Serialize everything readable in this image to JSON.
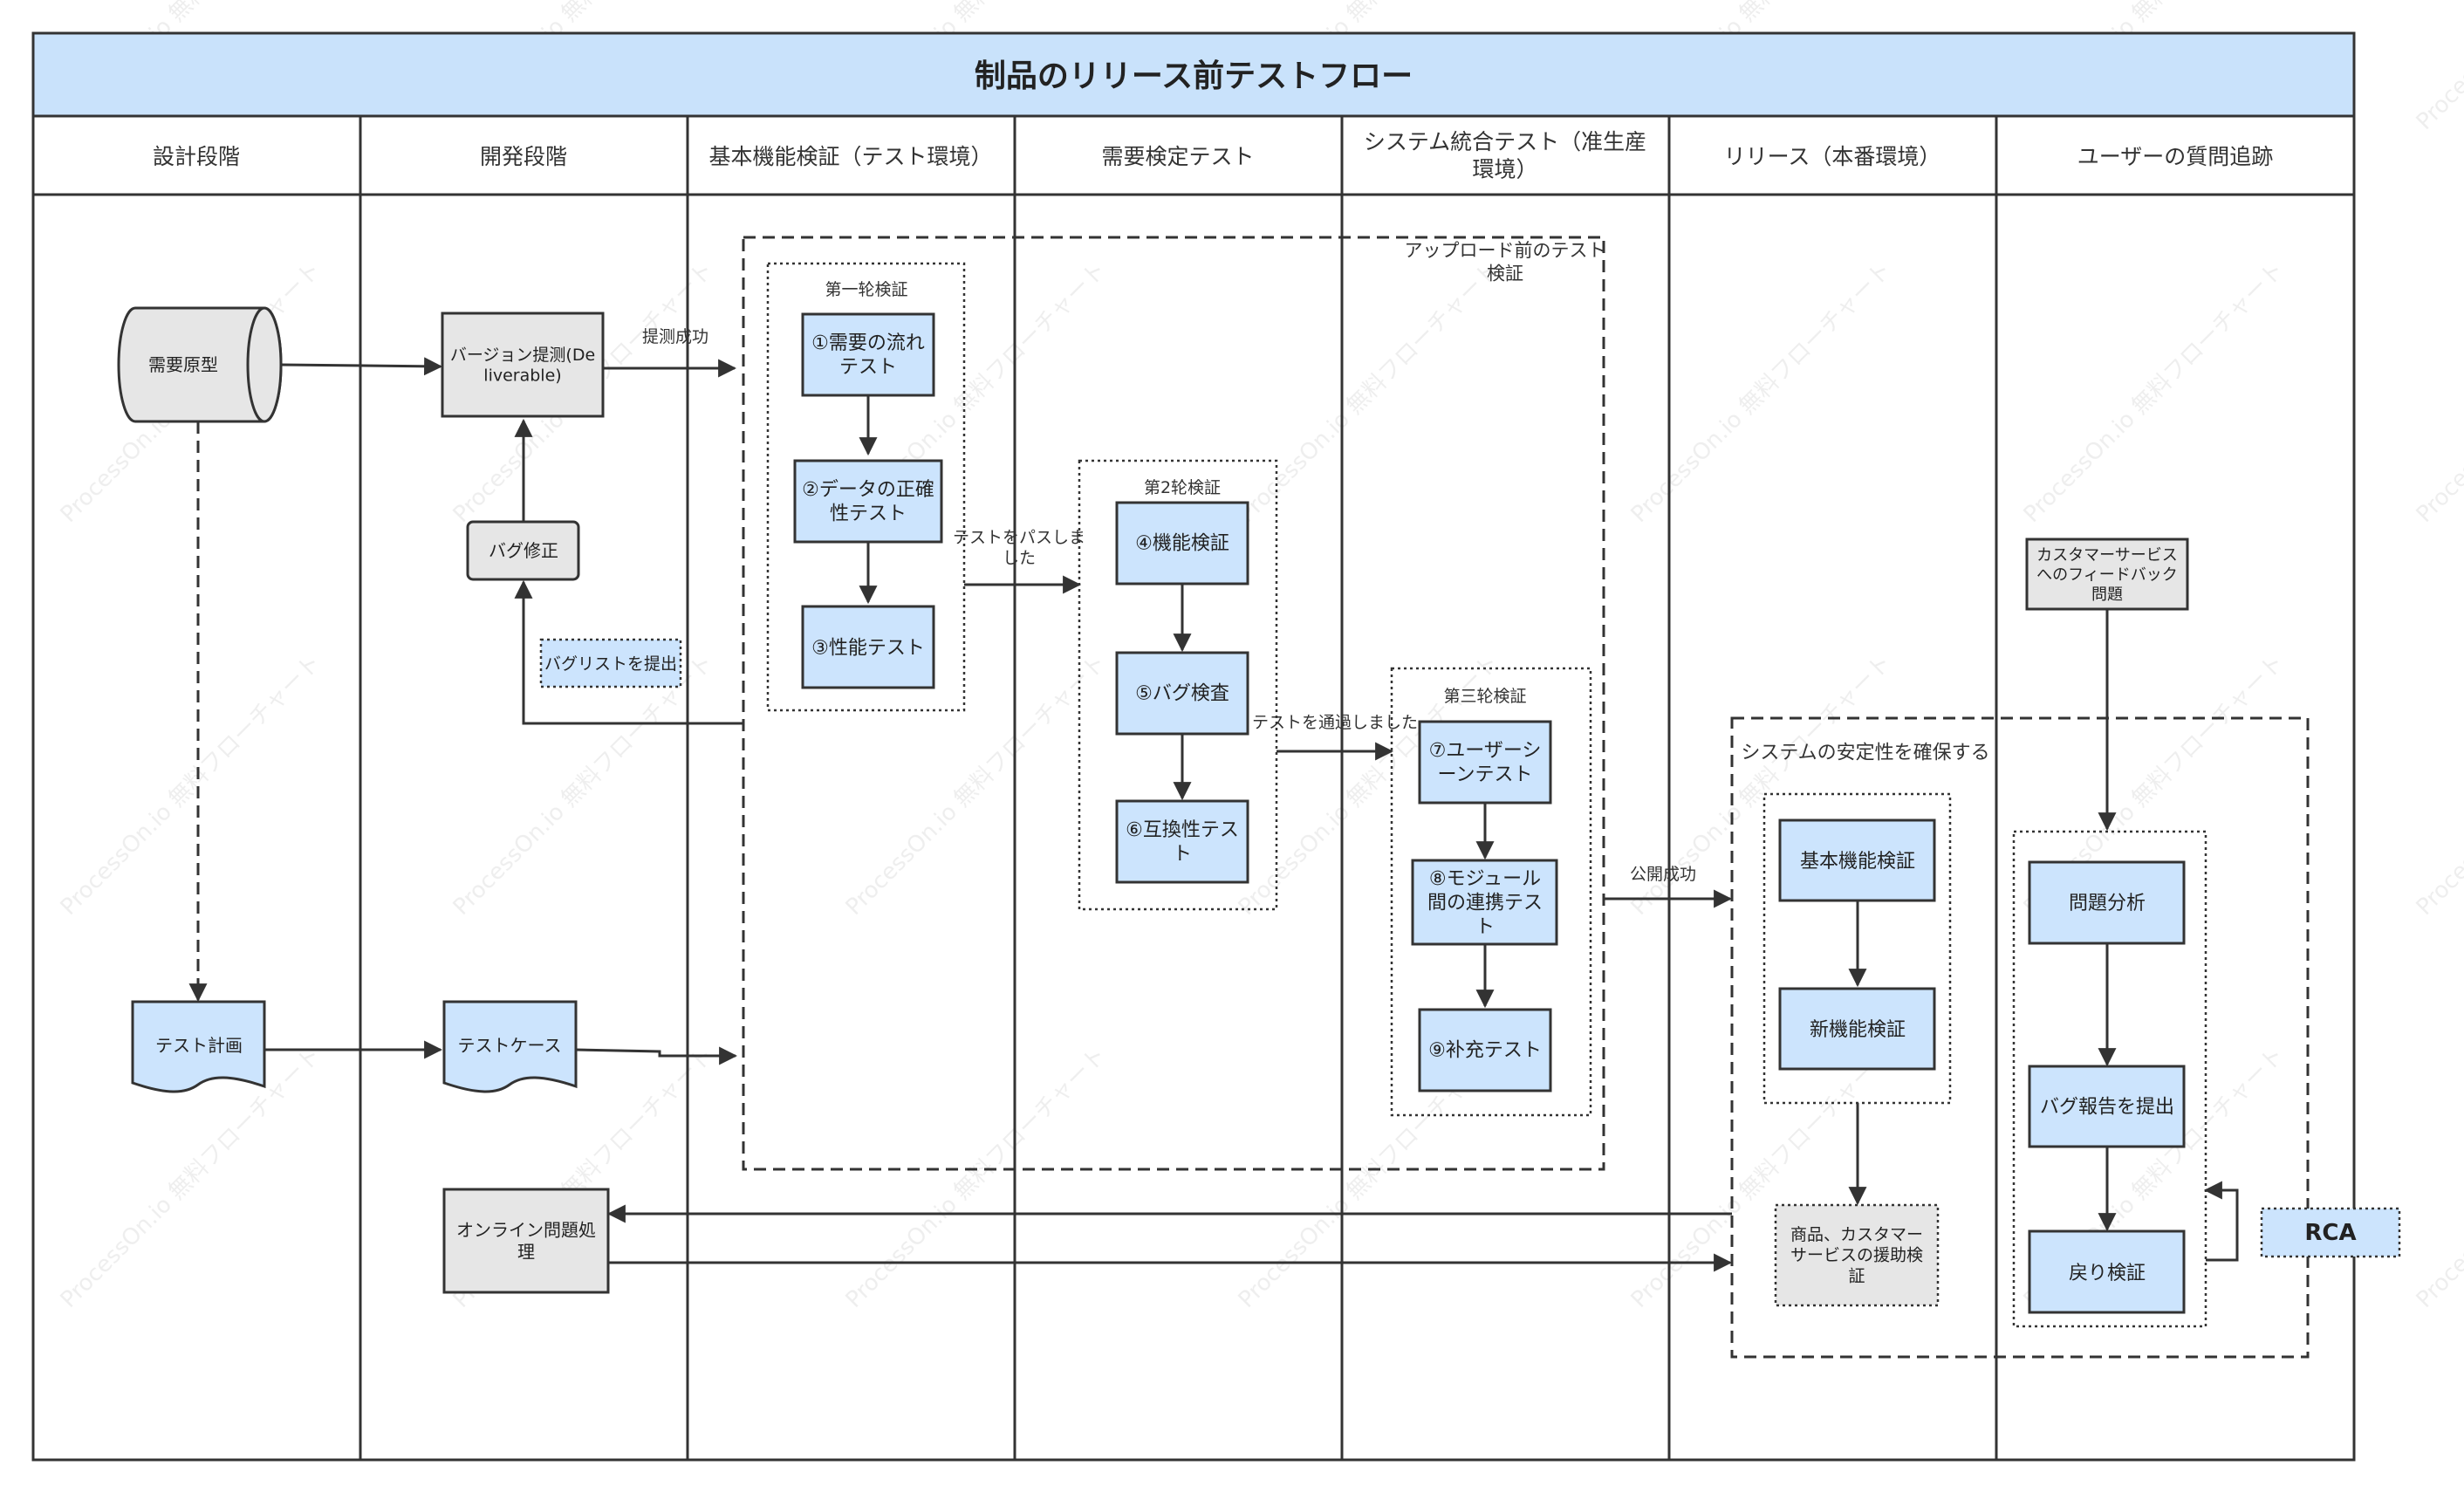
{
  "title": "制品のリリース前テストフロー",
  "colors": {
    "header_bg": "#c9e2fb",
    "box_blue": "#cce4fd",
    "box_gray": "#e6e6e6",
    "stroke": "#333333"
  },
  "lanes": [
    "設計段階",
    "開発段階",
    "基本機能検証（テスト環境）",
    "需要検定テスト",
    "システム統合テスト（准生産環境）",
    "リリース（本番環境）",
    "ユーザーの質問追跡"
  ],
  "groups": {
    "pre_upload": "アップロード前のテスト検証",
    "round1": "第一轮検証",
    "round2": "第2轮検証",
    "round3": "第三轮検証",
    "stability": "システムの安定性を確保する"
  },
  "nodes": {
    "demand_prototype": "需要原型",
    "version_submit": "バージョン提测(Deliverable)",
    "bug_fix": "バグ修正",
    "bug_list": "バグリストを提出",
    "test_plan": "テスト計画",
    "test_case": "テストケース",
    "online_issue": "オンライン問題処理",
    "t1": "①需要の流れテスト",
    "t2": "②データの正確性テスト",
    "t3": "③性能テスト",
    "t4": "④機能検証",
    "t5": "⑤バグ検査",
    "t6": "⑥互換性テスト",
    "t7": "⑦ユーザーシーンテスト",
    "t8": "⑧モジュール間の連携テスト",
    "t9": "⑨补充テスト",
    "basic_check": "基本機能検証",
    "new_check": "新機能検証",
    "support_check": "商品、カスタマーサービスの援助検証",
    "feedback": "カスタマーサービスへのフィードバック問題",
    "analysis": "問題分析",
    "bug_report": "バグ報告を提出",
    "recheck": "戻り検証",
    "rca": "RCA"
  },
  "edge_labels": {
    "submit_ok": "提测成功",
    "pass1": "テストをパスしました",
    "pass2": "テストを通過しました",
    "release_ok": "公開成功"
  },
  "watermark": "ProcessOn.io 無料フローチャート"
}
